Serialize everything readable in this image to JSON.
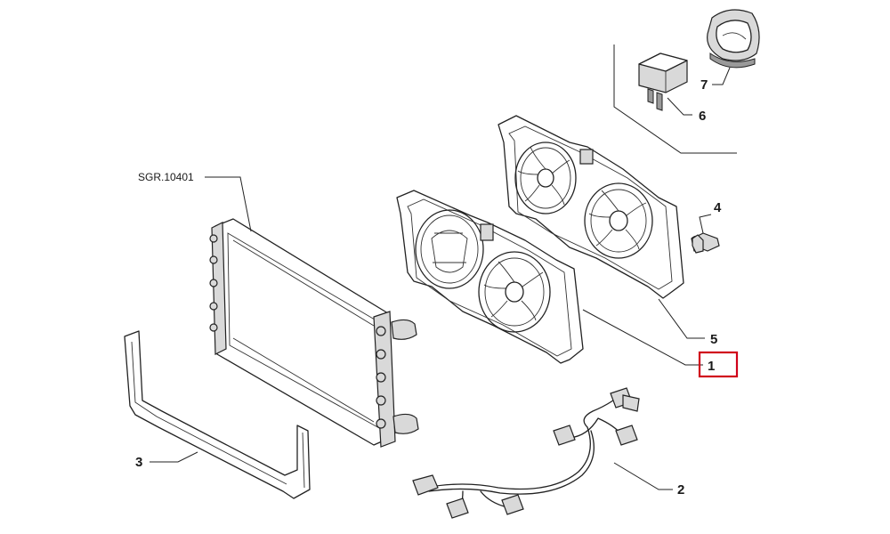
{
  "diagram": {
    "reference_code": "SGR.10401",
    "callouts": [
      {
        "id": "1",
        "highlighted": true
      },
      {
        "id": "2"
      },
      {
        "id": "3"
      },
      {
        "id": "4"
      },
      {
        "id": "5"
      },
      {
        "id": "6"
      },
      {
        "id": "7"
      }
    ],
    "highlight_color": "#d0021b"
  }
}
